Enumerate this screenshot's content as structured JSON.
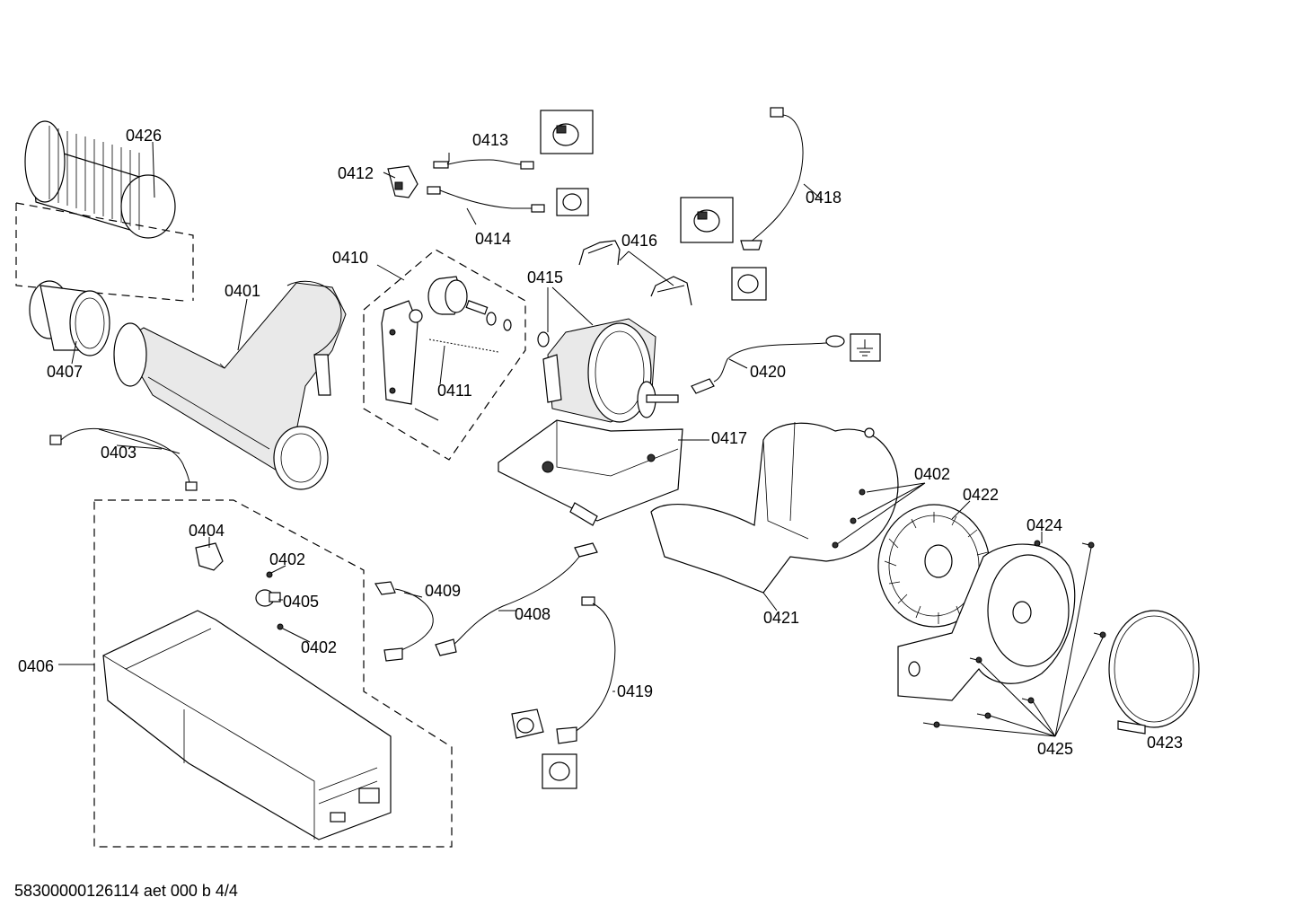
{
  "document_id": "58300000126114 aet 000 b 4/4",
  "part_labels": {
    "p0426": "0426",
    "p0413": "0413",
    "p0412": "0412",
    "p0414": "0414",
    "p0418": "0418",
    "p0410": "0410",
    "p0416": "0416",
    "p0401": "0401",
    "p0415": "0415",
    "p0407": "0407",
    "p0411": "0411",
    "p0420": "0420",
    "p0403": "0403",
    "p0417": "0417",
    "p0402a": "0402",
    "p0422": "0422",
    "p0404": "0404",
    "p0424": "0424",
    "p0402b": "0402",
    "p0405": "0405",
    "p0409": "0409",
    "p0408": "0408",
    "p0421": "0421",
    "p0402c": "0402",
    "p0406": "0406",
    "p0419": "0419",
    "p0425": "0425",
    "p0423": "0423"
  },
  "icons": {
    "ground": "ground-symbol-icon",
    "connector": "connector-plug-icon"
  }
}
